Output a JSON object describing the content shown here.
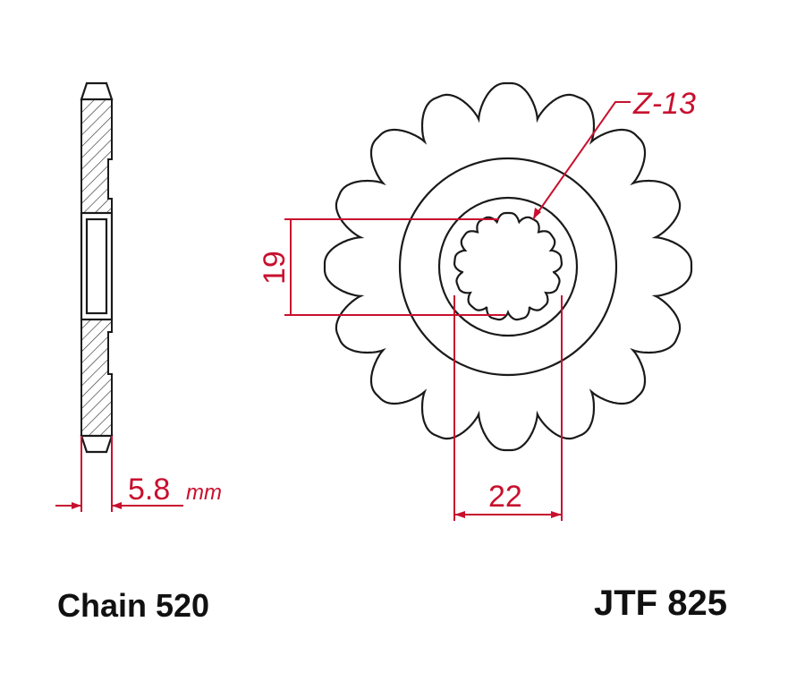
{
  "diagram": {
    "side_view": {
      "thickness_value": "5.8",
      "thickness_unit": "mm"
    },
    "front_view": {
      "teeth_count": 16,
      "spline_label": "Z-13",
      "spline_teeth": 13,
      "spline_height_label": "19",
      "spline_width_label": "22"
    },
    "chain_label": "Chain 520",
    "part_number": "JTF 825",
    "colors": {
      "dimension": "#c8102e",
      "outline": "#1a1a1a"
    }
  }
}
